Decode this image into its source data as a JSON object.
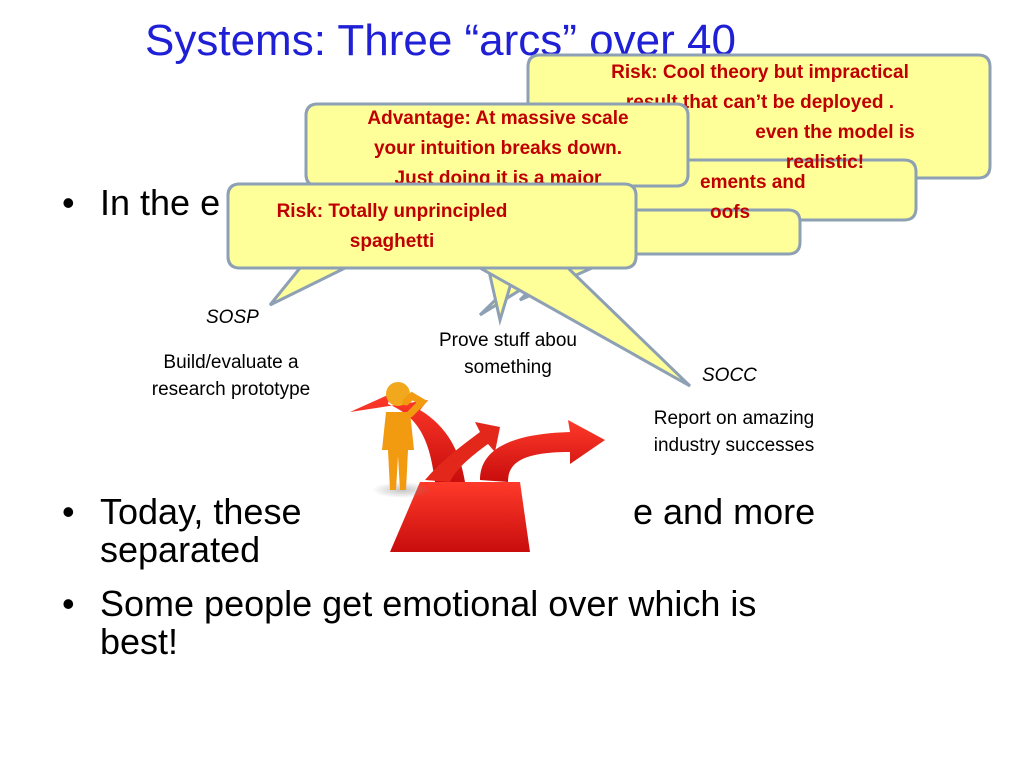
{
  "slide": {
    "title": "Systems: Three “arcs” over 40",
    "bullets": [
      "In the e",
      "Today, these",
      "e and more",
      "separated",
      "Some people get emotional over which is",
      "best!"
    ],
    "bullet_glyph": "•"
  },
  "diagram": {
    "sosp_label": "SOSP",
    "sosp_desc": [
      "Build/evaluate a",
      "research prototype"
    ],
    "prove_desc": [
      "Prove stuff abou",
      "something"
    ],
    "socc_label": "SOCC",
    "socc_desc": [
      "Report on amazing",
      "industry successes"
    ]
  },
  "callouts": {
    "colors": {
      "fill": "#ffff99",
      "border": "#8ea0b4",
      "text": "#c00000"
    },
    "cool_theory": [
      "Risk: Cool theory but impractical",
      "result that can’t be deployed .",
      "even the model is",
      "realistic!"
    ],
    "elements": [
      "ements and",
      "oofs"
    ],
    "advantage": [
      "Advantage: At massive scale",
      "your intuition breaks down.",
      "Just doing it is a major"
    ],
    "spaghetti": [
      "Risk: Totally unprincipled",
      "spaghetti"
    ]
  }
}
